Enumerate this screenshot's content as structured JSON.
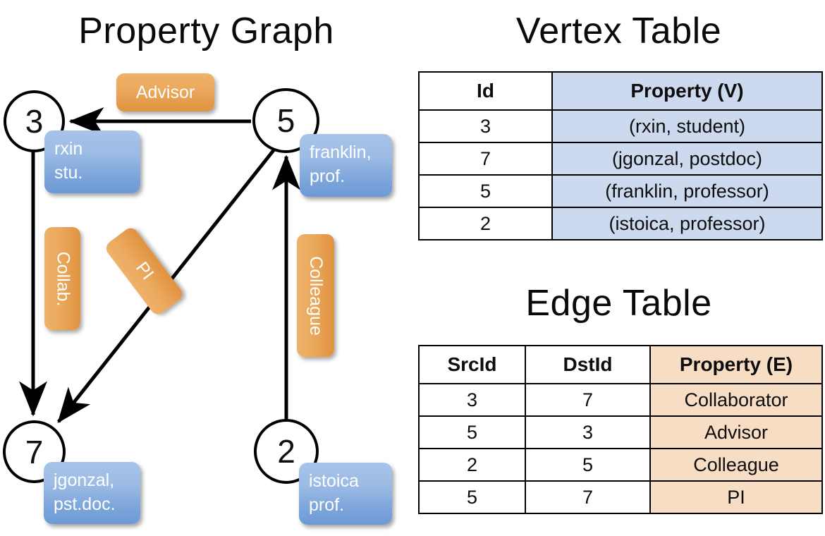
{
  "titles": {
    "property_graph": "Property Graph",
    "vertex_table": "Vertex Table",
    "edge_table": "Edge Table"
  },
  "graph": {
    "nodes": [
      {
        "id": "3",
        "property": "rxin\nstu."
      },
      {
        "id": "5",
        "property": "franklin,\nprof."
      },
      {
        "id": "7",
        "property": "jgonzal,\npst.doc."
      },
      {
        "id": "2",
        "property": "istoica\nprof."
      }
    ],
    "node_labels": {
      "n3": "3",
      "n5": "5",
      "n7": "7",
      "n2": "2"
    },
    "property_boxes": {
      "rxin_line1": "rxin",
      "rxin_line2": "stu.",
      "franklin_line1": "franklin,",
      "franklin_line2": "prof.",
      "jgonzal_line1": "jgonzal,",
      "jgonzal_line2": "pst.doc.",
      "istoica_line1": "istoica",
      "istoica_line2": "prof."
    },
    "edges": [
      {
        "src": "5",
        "dst": "3",
        "label": "Advisor"
      },
      {
        "src": "3",
        "dst": "7",
        "label": "Collab."
      },
      {
        "src": "5",
        "dst": "7",
        "label": "PI"
      },
      {
        "src": "2",
        "dst": "5",
        "label": "Colleague"
      }
    ],
    "edge_labels": {
      "advisor": "Advisor",
      "collab": "Collab.",
      "pi": "PI",
      "colleague": "Colleague"
    }
  },
  "vertex_table": {
    "columns": [
      "Id",
      "Property (V)"
    ],
    "rows": [
      {
        "id": "3",
        "property": "(rxin, student)"
      },
      {
        "id": "7",
        "property": "(jgonzal, postdoc)"
      },
      {
        "id": "5",
        "property": "(franklin, professor)"
      },
      {
        "id": "2",
        "property": "(istoica, professor)"
      }
    ]
  },
  "edge_table": {
    "columns": [
      "SrcId",
      "DstId",
      "Property (E)"
    ],
    "rows": [
      {
        "src": "3",
        "dst": "7",
        "property": "Collaborator"
      },
      {
        "src": "5",
        "dst": "3",
        "property": "Advisor"
      },
      {
        "src": "2",
        "dst": "5",
        "property": "Colleague"
      },
      {
        "src": "5",
        "dst": "7",
        "property": "PI"
      }
    ]
  },
  "colors": {
    "vertex_property_fill": "#ccd9ef",
    "edge_property_fill": "#f7ddc3",
    "node_property_blue": "#7ba4da",
    "edge_label_orange": "#e8a85e",
    "stroke": "#000000",
    "background": "#ffffff"
  }
}
